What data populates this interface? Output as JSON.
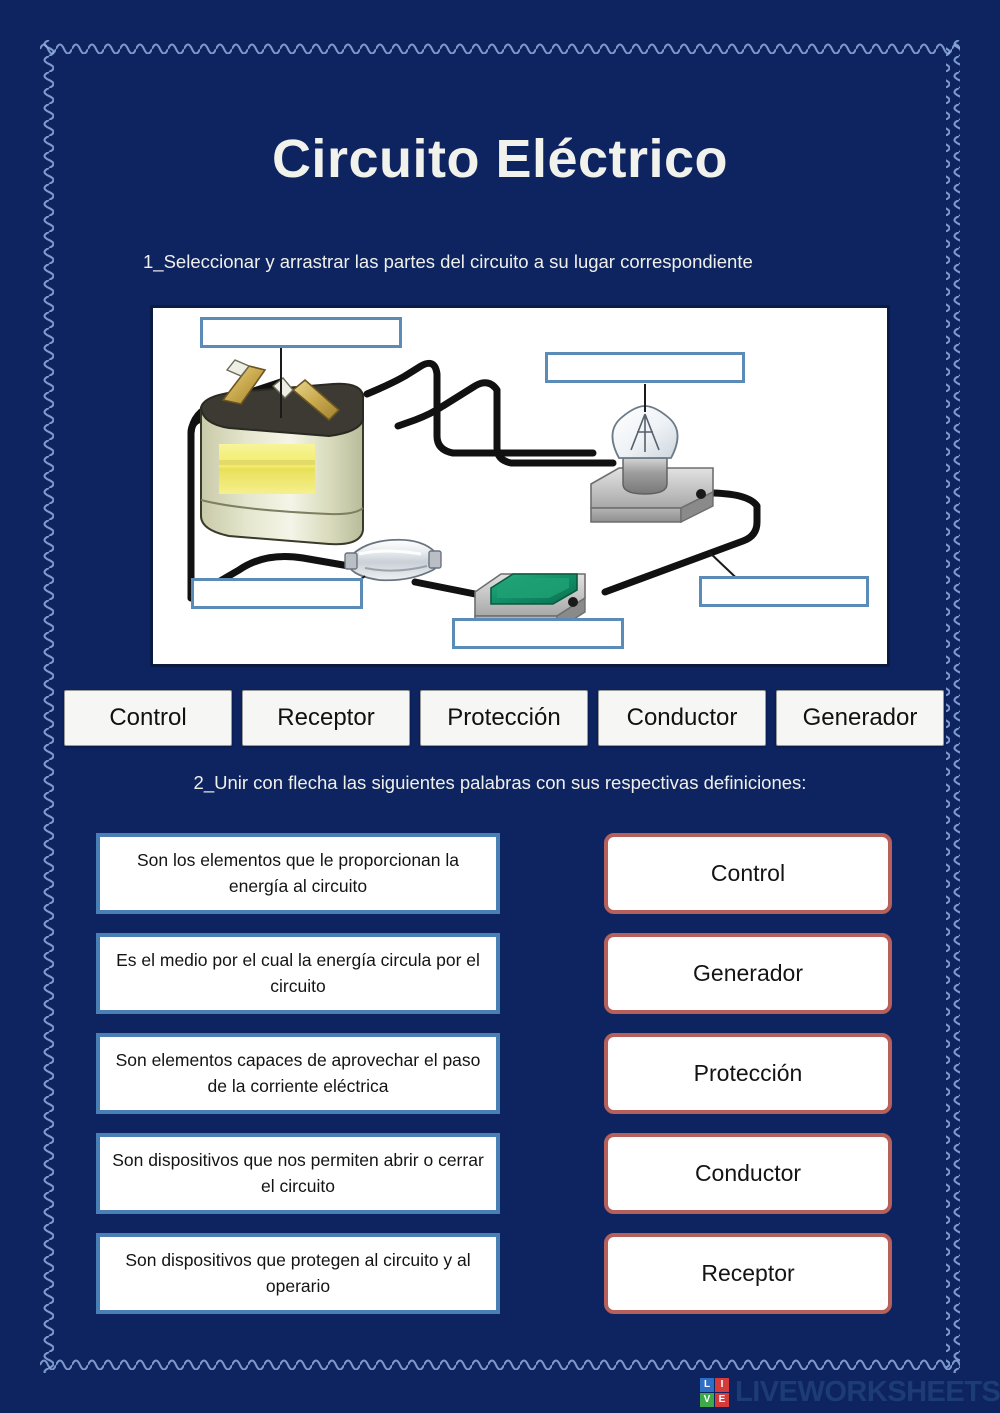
{
  "page": {
    "title": "Circuito Eléctrico",
    "background_color": "#0d2460",
    "title_color": "#f2f2ec"
  },
  "section1": {
    "instruction": "1_Seleccionar y arrastrar las partes del circuito a su lugar correspondiente",
    "diagram": {
      "description": "Diagrama de circuito eléctrico con pila, bombilla, fusible, interruptor y cables",
      "dropzones": [
        {
          "id": "generador",
          "value": "",
          "points_to": "battery"
        },
        {
          "id": "receptor",
          "value": "",
          "points_to": "light-bulb"
        },
        {
          "id": "proteccion",
          "value": "",
          "points_to": "fuse"
        },
        {
          "id": "control",
          "value": "",
          "points_to": "switch"
        },
        {
          "id": "conductor",
          "value": "",
          "points_to": "wire"
        }
      ]
    },
    "wordbank": [
      "Control",
      "Receptor",
      "Protección",
      "Conductor",
      "Generador"
    ]
  },
  "section2": {
    "instruction": "2_Unir con flecha las siguientes palabras con sus respectivas definiciones:",
    "definitions": [
      "Son los elementos que le proporcionan la energía al circuito",
      "Es el medio por el cual la energía circula por el circuito",
      "Son elementos capaces de aprovechar el paso de la corriente eléctrica",
      "Son dispositivos que nos permiten abrir o cerrar el circuito",
      "Son dispositivos que protegen al circuito y al operario"
    ],
    "terms": [
      "Control",
      "Generador",
      "Protección",
      "Conductor",
      "Receptor"
    ]
  },
  "footer": {
    "brand": "LIVEWORKSHEETS",
    "tiles": [
      "L",
      "I",
      "V",
      "E"
    ]
  },
  "colors": {
    "definition_border": "#4a7fb5",
    "term_border": "#b5605a",
    "dropzone_border": "#5b8cb8",
    "deco_border": "#7a9ed6"
  }
}
